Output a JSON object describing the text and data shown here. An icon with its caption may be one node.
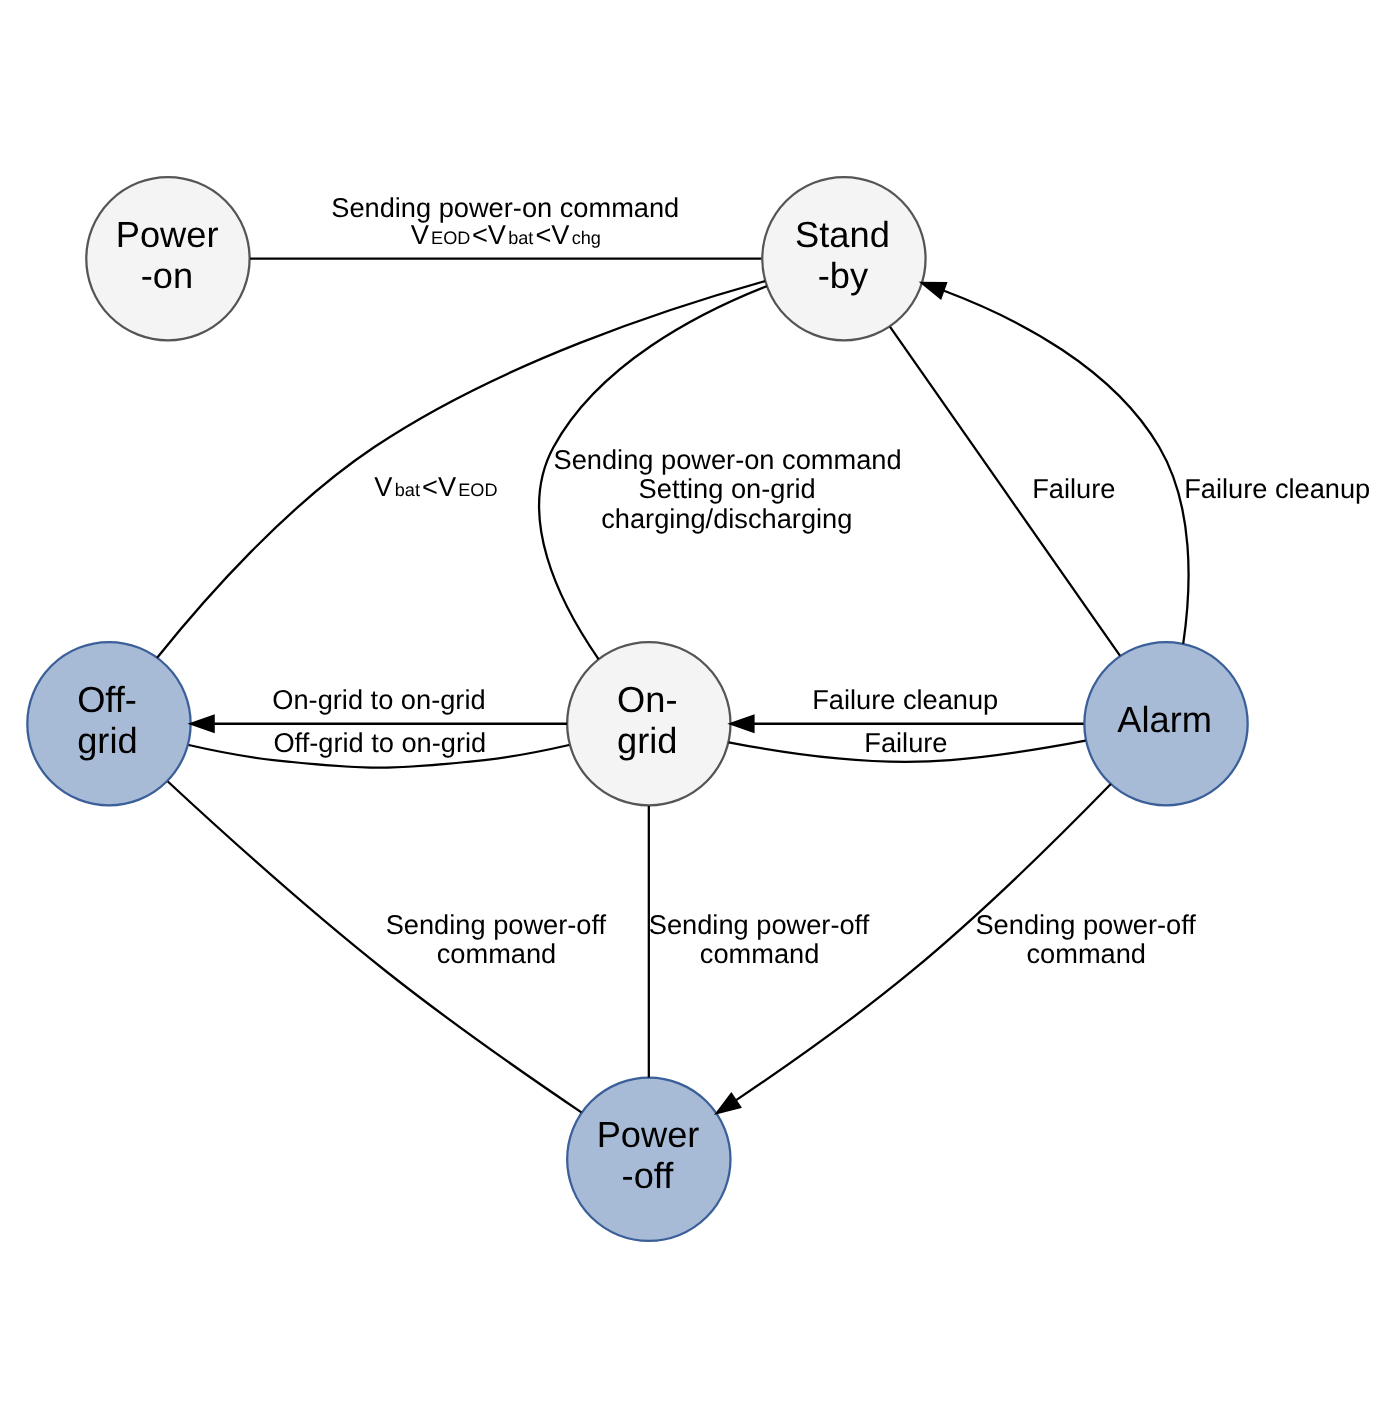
{
  "diagram": {
    "nodes": [
      {
        "text": [
          "Power -on"
        ]
      },
      {
        "text": [
          "Stand -by"
        ]
      },
      {
        "text": [
          "Off- grid"
        ]
      },
      {
        "text": [
          "On- grid"
        ]
      },
      {
        "text": [
          "Alarm"
        ]
      },
      {
        "text": [
          "Power -off"
        ]
      }
    ],
    "edges": [
      {
        "from": 0,
        "to": 1,
        "arrow": "none",
        "label": "Sending power-on command V$_{EOD}$<V$_{bat}$<V$_{chg}$"
      },
      {
        "from": 1,
        "to": 2,
        "arrow": "none",
        "label": "V$_{bat}$<V$_{EOD}$"
      },
      {
        "from": 1,
        "to": 3,
        "arrow": "none",
        "label": "Sending power-on command Setting on-grid charging/discharging"
      },
      {
        "from": 1,
        "to": 4,
        "arrow": "none",
        "label": "Failure"
      },
      {
        "from": 4,
        "to": 1,
        "arrow": "to",
        "label": "Failure cleanup"
      },
      {
        "from": 2,
        "to": 3,
        "arrow": "none",
        "label": "Off-grid to on-grid"
      },
      {
        "from": 3,
        "to": 2,
        "arrow": "to",
        "label": "On-grid to on-grid"
      },
      {
        "from": 3,
        "to": 4,
        "arrow": "none",
        "label": "Failure"
      },
      {
        "from": 4,
        "to": 3,
        "arrow": "to",
        "label": "Failure cleanup"
      },
      {
        "from": 2,
        "to": 5,
        "arrow": "none",
        "label": "Sending power-off command"
      },
      {
        "from": 3,
        "to": 5,
        "arrow": "none",
        "label": "Sending power-off command"
      },
      {
        "from": 4,
        "to": 5,
        "arrow": "to",
        "label": "Sending power-off command"
      }
    ]
  }
}
